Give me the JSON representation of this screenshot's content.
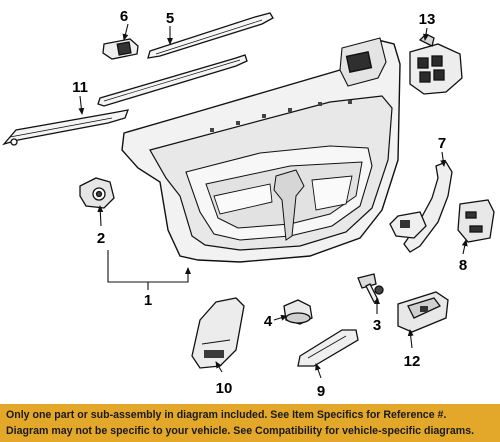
{
  "callouts": {
    "c1": "1",
    "c2": "2",
    "c3": "3",
    "c4": "4",
    "c5": "5",
    "c6": "6",
    "c7": "7",
    "c8": "8",
    "c9": "9",
    "c10": "10",
    "c11": "11",
    "c12": "12",
    "c13": "13"
  },
  "footer": {
    "line1": "Only one part or sub-assembly in diagram included. See Item Specifics for Reference #.",
    "line2": "Diagram may not be specific to your vehicle. See Compatibility for vehicle-specific diagrams."
  },
  "colors": {
    "footer_background": "#e3a82a",
    "line_art": "#111111"
  }
}
